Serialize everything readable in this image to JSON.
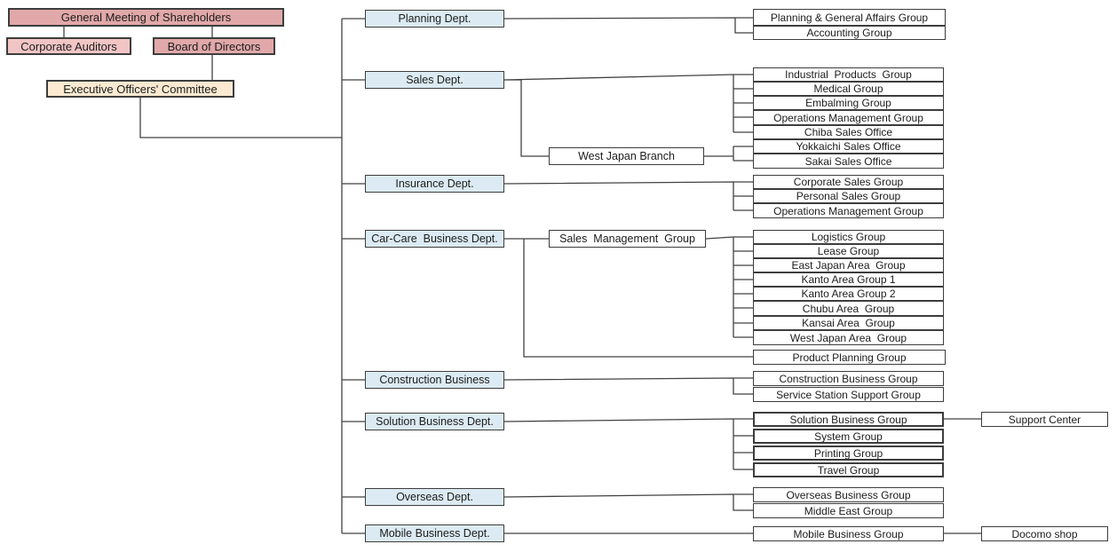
{
  "governance": {
    "shareholders": "General Meeting of Shareholders",
    "corporate_auditors": "Corporate Auditors",
    "board_of_directors": "Board of Directors",
    "executive_committee": "Executive Officers' Committee"
  },
  "departments": {
    "planning": "Planning Dept.",
    "sales": "Sales Dept.",
    "insurance": "Insurance Dept.",
    "car_care": "Car-Care  Business Dept.",
    "construction": "Construction Business",
    "solution": "Solution Business Dept.",
    "overseas": "Overseas Dept.",
    "mobile": "Mobile Business Dept."
  },
  "branches": {
    "west_japan_branch": "West Japan Branch",
    "sales_management_group": "Sales  Management  Group"
  },
  "groups": {
    "planning_general_affairs": "Planning & General Affairs Group",
    "accounting": "Accounting Group",
    "industrial_products": "Industrial  Products  Group",
    "medical": "Medical Group",
    "embalming": "Embalming Group",
    "operations_management_sales": "Operations Management Group",
    "chiba_sales_office": "Chiba Sales Office",
    "yokkaichi_sales_office": "Yokkaichi Sales Office",
    "sakai_sales_office": "Sakai Sales Office",
    "corporate_sales": "Corporate Sales Group",
    "personal_sales": "Personal Sales Group",
    "operations_management_insurance": "Operations Management Group",
    "logistics": "Logistics Group",
    "lease": "Lease Group",
    "east_japan_area": "East Japan Area  Group",
    "kanto_area_1": "Kanto Area Group 1",
    "kanto_area_2": "Kanto Area Group 2",
    "chubu_area": "Chubu Area  Group",
    "kansai_area": "Kansai Area  Group",
    "west_japan_area": "West Japan Area  Group",
    "product_planning": "Product Planning Group",
    "construction_business": "Construction Business Group",
    "service_station_support": "Service Station Support Group",
    "solution_business": "Solution Business Group",
    "system": "System Group",
    "printing": "Printing Group",
    "travel": "Travel Group",
    "overseas_business": "Overseas Business Group",
    "middle_east": "Middle East Group",
    "mobile_business": "Mobile Business Group"
  },
  "satellites": {
    "support_center": "Support Center",
    "docomo_shop": "Docomo shop"
  },
  "colors": {
    "box_pink_dark": "#e1a8a9",
    "box_pink_light": "#f2c5c5",
    "box_peach": "#fbe9d1",
    "box_blue": "#dcebf3",
    "box_white": "#ffffff",
    "border": "#3d3d3d",
    "line": "#424242",
    "background": "#ffffff"
  }
}
